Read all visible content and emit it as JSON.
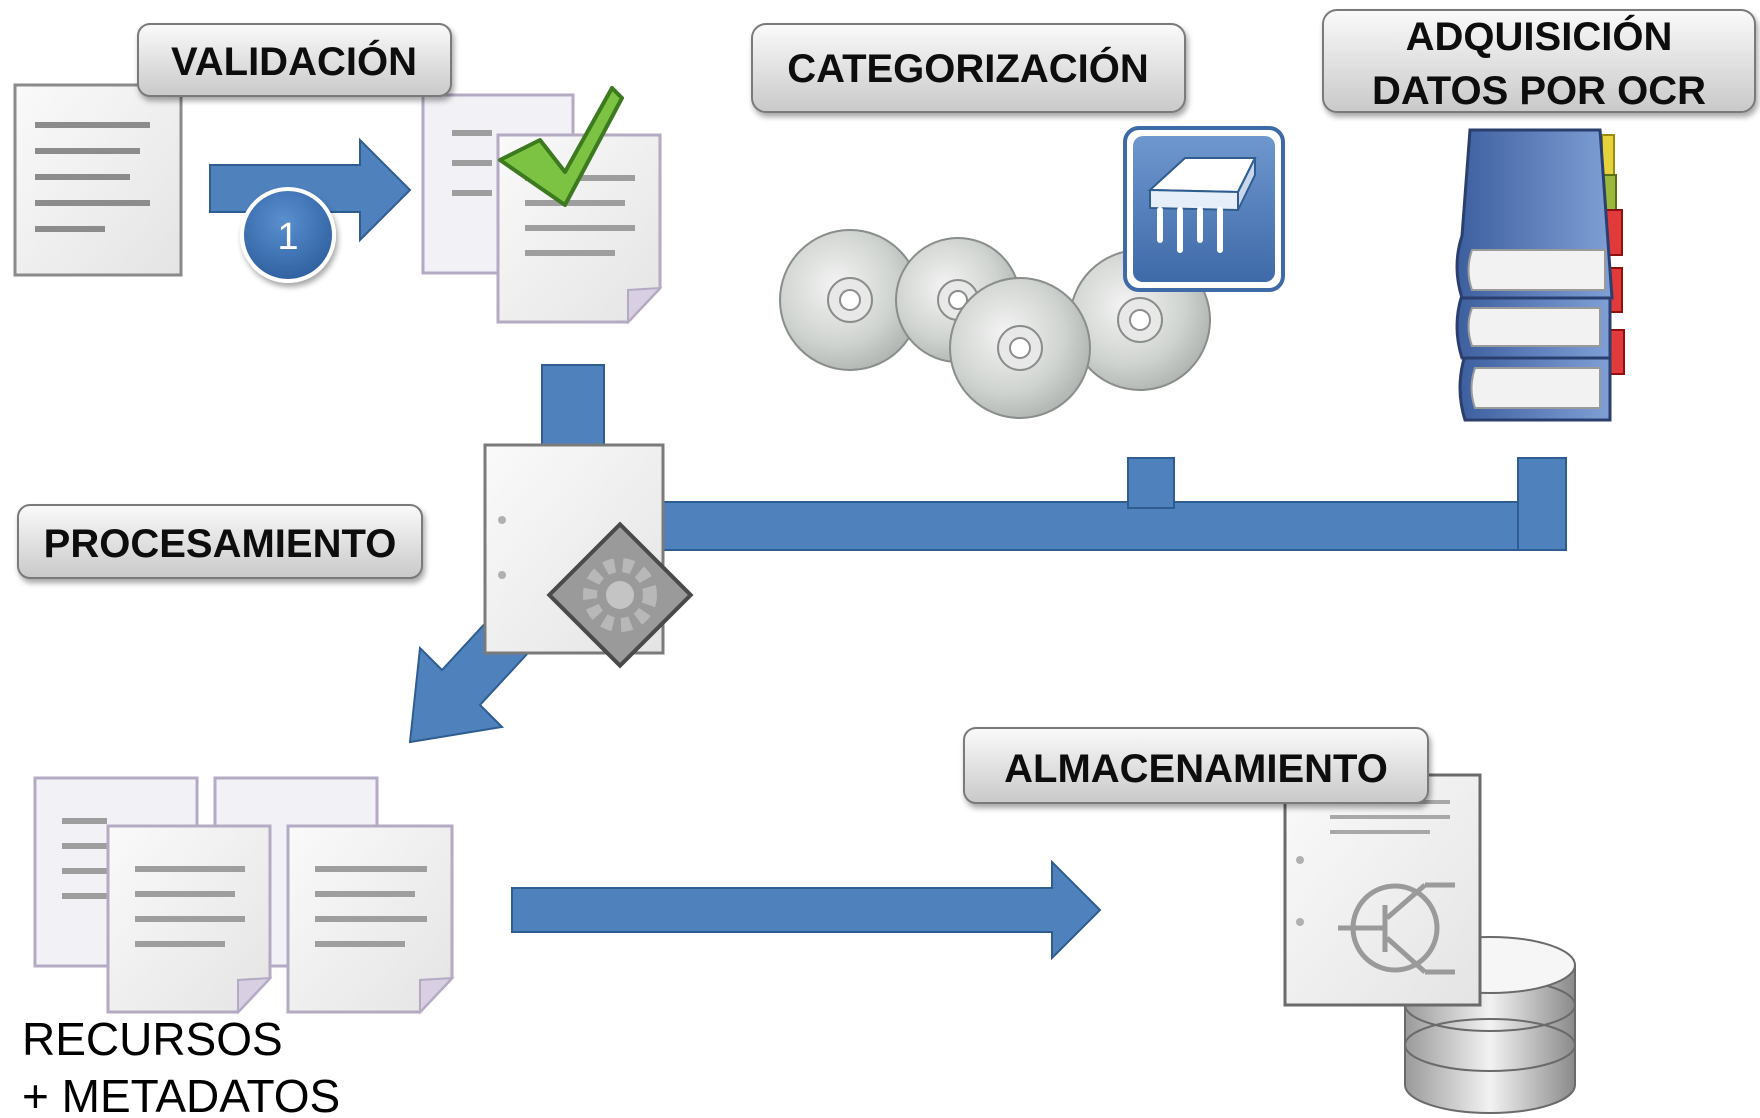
{
  "stages": {
    "validacion": "VALIDACIÓN",
    "categorizacion": "CATEGORIZACIÓN",
    "adquisicion_line1": "ADQUISICIÓN",
    "adquisicion_line2": "DATOS POR OCR",
    "procesamiento": "PROCESAMIENTO",
    "almacenamiento": "ALMACENAMIENTO"
  },
  "step_badge": "1",
  "output_label": {
    "line1": "RECURSOS",
    "line2": "+ METADATOS"
  },
  "icons": [
    "document-icon",
    "validated-document-icon",
    "checkmark-icon",
    "cd-discs-icon",
    "microchip-icon",
    "book-stack-icon",
    "processing-document-icon",
    "gear-icon",
    "documents-stack-icon",
    "schematic-document-icon",
    "database-icon"
  ],
  "colors": {
    "arrow": "#4f81bd",
    "arrow_dark": "#2f5d8f",
    "label_bg_top": "#f2f2f2",
    "label_bg_bottom": "#c8c8c8",
    "checkmark": "#7cc243"
  }
}
